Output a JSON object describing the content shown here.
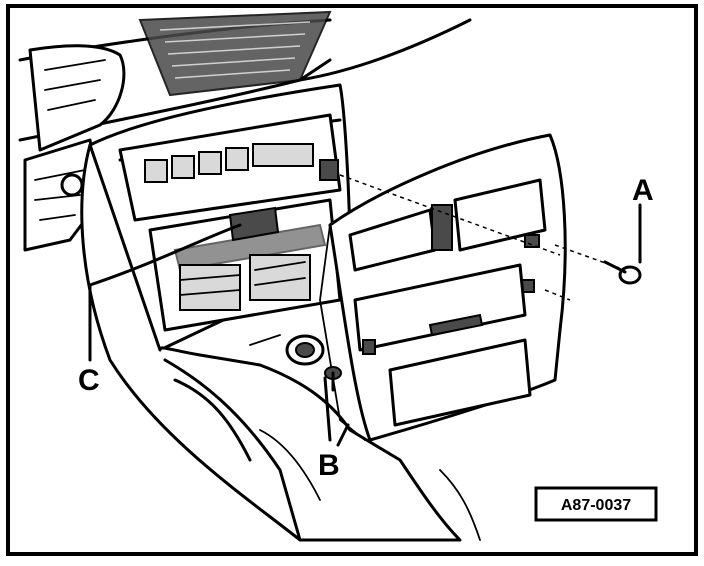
{
  "labels": {
    "a": "A",
    "b": "B",
    "c": "C"
  },
  "reference_code": "A87-0037"
}
